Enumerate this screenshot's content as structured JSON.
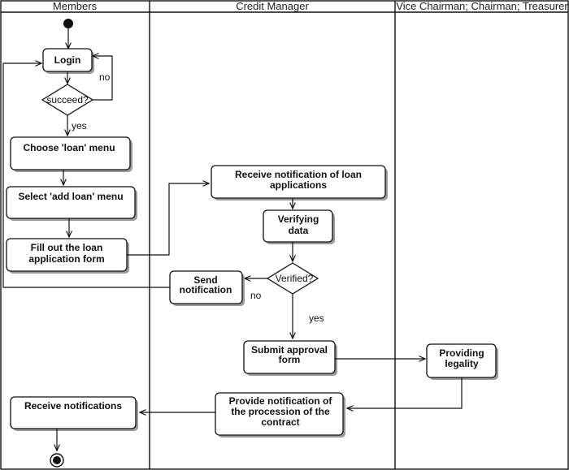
{
  "lanes": {
    "members": "Members",
    "credit_manager": "Credit Manager",
    "committee": "Vice Chairman; Chairman; Treasurer"
  },
  "nodes": {
    "login": "Login",
    "choose_loan_menu": "Choose 'loan' menu",
    "select_add_loan": "Select 'add loan' menu",
    "fill_form": [
      "Fill out the loan",
      "application form"
    ],
    "receive_notification_loan": [
      "Receive notification of loan",
      "applications"
    ],
    "verifying_data": [
      "Verifying",
      "data"
    ],
    "send_notification": [
      "Send",
      "notification"
    ],
    "submit_approval": [
      "Submit approval",
      "form"
    ],
    "providing_legality": [
      "Providing",
      "legality"
    ],
    "provide_notification": [
      "Provide notification of",
      "the procession of the",
      "contract"
    ],
    "receive_notifications": "Receive notifications"
  },
  "decisions": {
    "succeed": "succeed?",
    "verified": "Verified?"
  },
  "edge_labels": {
    "login_no": "no",
    "login_yes": "yes",
    "verified_no": "no",
    "verified_yes": "yes"
  }
}
